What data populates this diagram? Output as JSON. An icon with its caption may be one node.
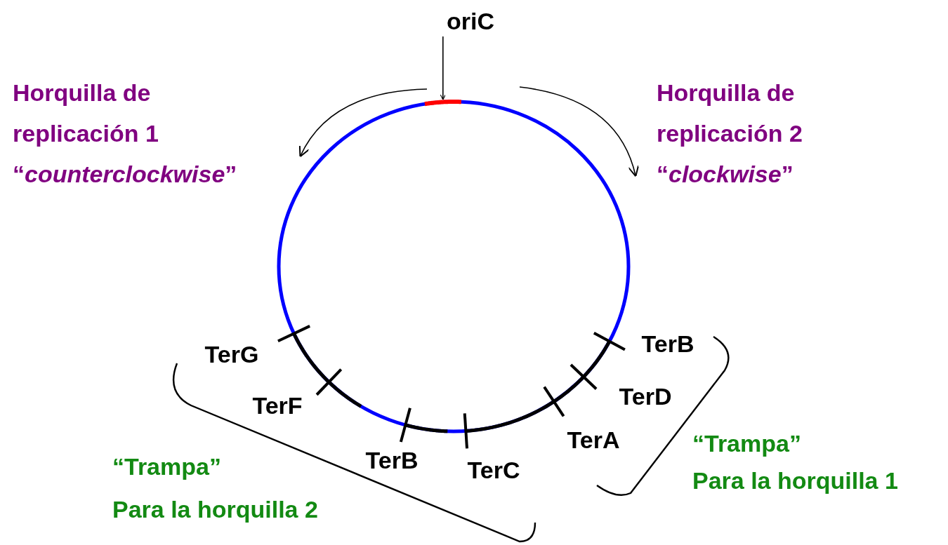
{
  "diagram": {
    "nodes": [
      {
        "text": [
          "oriC"
        ]
      },
      {
        "text": [],
        "shape": "bar"
      }
    ],
    "edges": [
      {
        "from": 0,
        "to": 1,
        "arrow": "to"
      }
    ],
    "labels": [
      "Horquilla de replicación 1 “*counterclockwise*”",
      "Horquilla de replicación 2 “*clockwise*”",
      "TerG",
      "TerB",
      "TerF",
      "TerD",
      "TerA",
      "TerB",
      "TerC",
      "“Trampa”",
      "Para la horquilla 1",
      "“Trampa”",
      "Para la horquilla 2"
    ]
  }
}
